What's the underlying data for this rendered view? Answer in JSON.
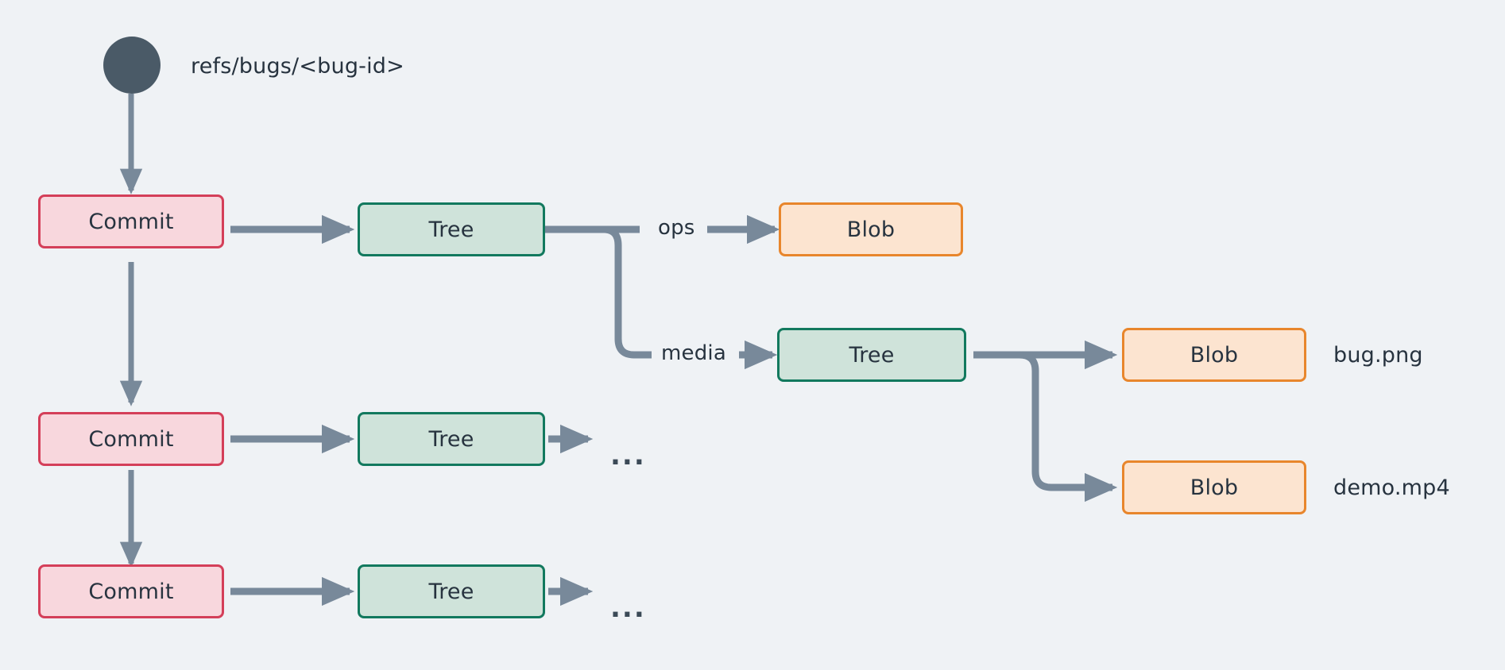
{
  "diagram": {
    "title_label": "refs/bugs/<bug-id>",
    "background_color": "#eff2f5",
    "edge_color": "#78899a",
    "ref_dot_color": "#4a5a67",
    "palette": {
      "commit_fill": "#f8d7dd",
      "commit_border": "#d43f59",
      "tree_fill": "#cfe3da",
      "tree_border": "#12795e",
      "blob_fill": "#fce4d0",
      "blob_border": "#e8862c",
      "text": "#27333f"
    },
    "nodes": {
      "commit_1": "Commit",
      "commit_2": "Commit",
      "commit_3": "Commit",
      "tree_1": "Tree",
      "tree_2": "Tree",
      "tree_3": "Tree",
      "tree_media": "Tree",
      "blob_ops": "Blob",
      "blob_bug_png": "Blob",
      "blob_demo_mp4": "Blob"
    },
    "edge_labels": {
      "ops": "ops",
      "media": "media"
    },
    "file_labels": {
      "bug_png": "bug.png",
      "demo_mp4": "demo.mp4"
    },
    "ellipsis": {
      "row_2": "...",
      "row_3": "..."
    }
  }
}
